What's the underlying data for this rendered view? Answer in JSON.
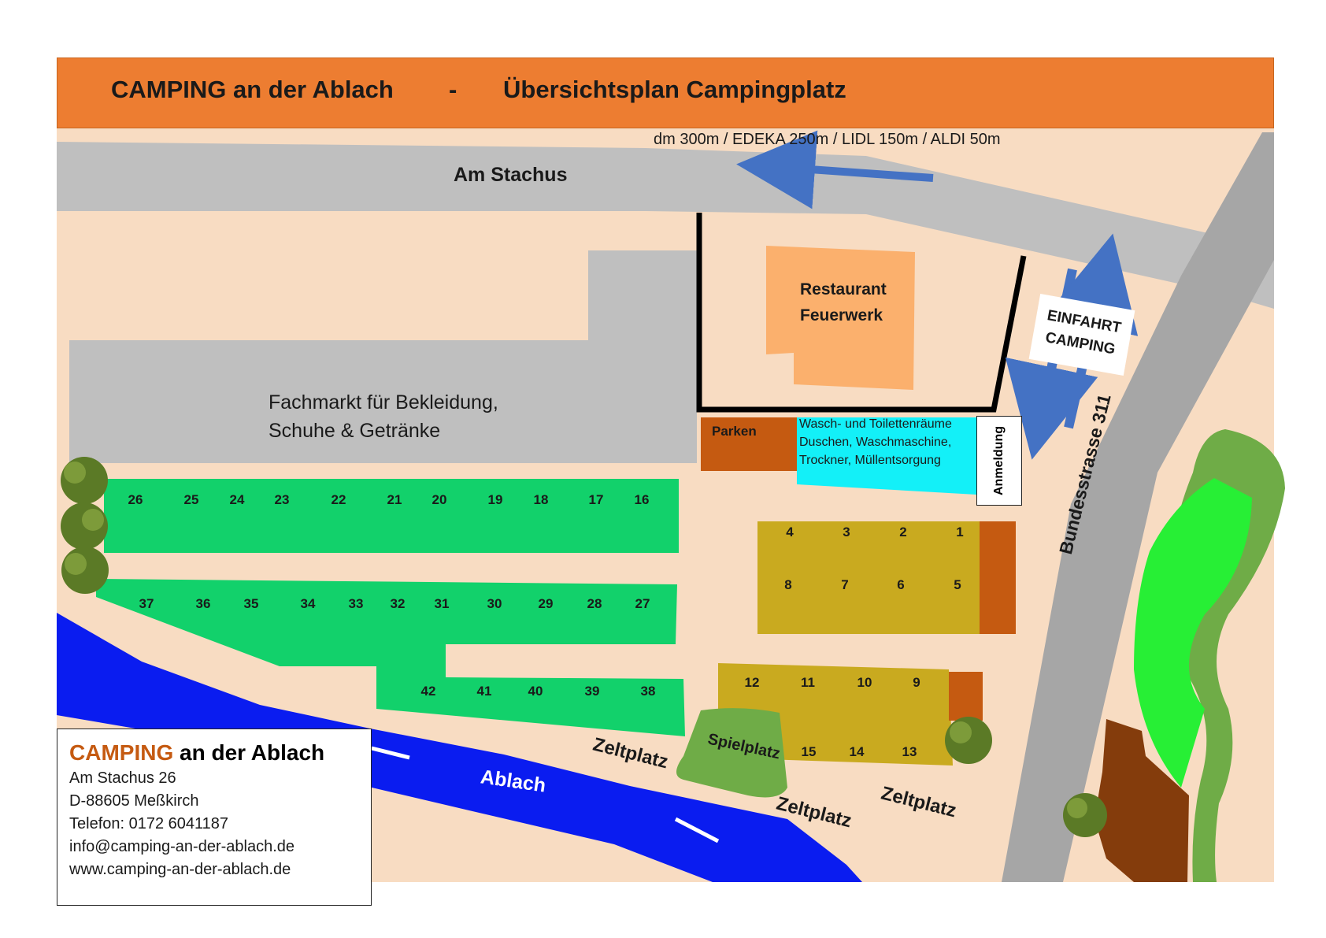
{
  "header": {
    "left": "CAMPING an der Ablach",
    "dash": "-",
    "right": "Übersichtsplan Campingplatz"
  },
  "streets": {
    "top": "Am Stachus",
    "distances": "dm 300m / EDEKA 250m / LIDL 150m / ALDI 50m",
    "bundesstrasse": "Bundesstrasse 311"
  },
  "buildings": {
    "fachmarkt_line1": "Fachmarkt für Bekleidung,",
    "fachmarkt_line2": "Schuhe & Getränke",
    "restaurant_line1": "Restaurant",
    "restaurant_line2": "Feuerwerk",
    "parken": "Parken",
    "wasch_line1": "Wasch- und Toilettenräume",
    "wasch_line2": "Duschen, Waschmaschine,",
    "wasch_line3": "Trockner, Müllentsorgung",
    "anmeldung": "Anmeldung"
  },
  "einfahrt": {
    "line1": "EINFAHRT",
    "line2": "CAMPING"
  },
  "pitches": {
    "row1": [
      "26",
      "25",
      "24",
      "23",
      "22",
      "21",
      "20",
      "19",
      "18",
      "17",
      "16"
    ],
    "row2": [
      "37",
      "36",
      "35",
      "34",
      "33",
      "32",
      "31",
      "30",
      "29",
      "28",
      "27"
    ],
    "row3": [
      "42",
      "41",
      "40",
      "39",
      "38"
    ],
    "block_top": [
      "4",
      "3",
      "2",
      "1"
    ],
    "block_mid": [
      "8",
      "7",
      "6",
      "5"
    ],
    "block_low": [
      "12",
      "11",
      "10",
      "9"
    ],
    "block_bottom": [
      "15",
      "14",
      "13"
    ]
  },
  "areas": {
    "river": "Ablach",
    "spielplatz": "Spielplatz",
    "zeltplatz": "Zeltplatz"
  },
  "contact": {
    "title_orange": "CAMPING",
    "title_rest": " an der Ablach",
    "street": "Am Stachus 26",
    "city": "D-88605 Meßkirch",
    "phone": "Telefon: 0172 6041187",
    "email": "info@camping-an-der-ablach.de",
    "web": "www.camping-an-der-ablach.de"
  },
  "colors": {
    "header": "#ED7D31",
    "ground": "#F8DCC2",
    "road": "#BFBFBF",
    "green_pitches": "#12D16B",
    "yellow_pitches": "#C9AA1F",
    "river": "#0A1CF0",
    "restaurant": "#FBB06D",
    "parken": "#C55A11",
    "wasch": "#13F0F8",
    "spielplatz": "#6FAC47",
    "pond": "#27EF35"
  }
}
